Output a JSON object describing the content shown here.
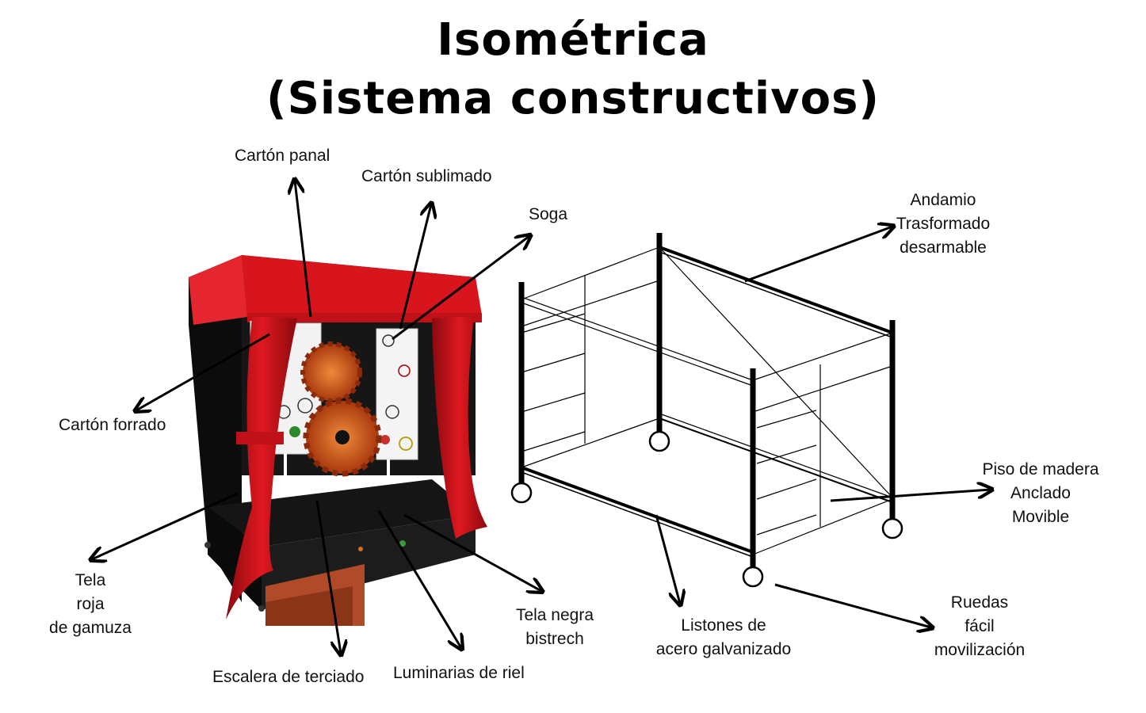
{
  "title": {
    "line1": "Isométrica",
    "line2": "(Sistema constructivos)"
  },
  "labels": {
    "carton_panal": "Cartón panal",
    "carton_sublimado": "Cartón sublimado",
    "soga": "Soga",
    "andamio": [
      "Andamio",
      "Trasformado",
      "desarmable"
    ],
    "carton_forrado": "Cartón forrado",
    "piso": [
      "Piso de madera",
      "Anclado",
      "Movible"
    ],
    "tela_roja": [
      "Tela",
      "roja",
      "de gamuza"
    ],
    "tela_negra": [
      "Tela negra",
      "bistrech"
    ],
    "listones": [
      "Listones de",
      "acero galvanizado"
    ],
    "ruedas": [
      "Ruedas",
      "fácil",
      "movilización"
    ],
    "escalera": "Escalera de terciado",
    "luminarias": "Luminarias de riel"
  },
  "colors": {
    "curtain_red": "#d8141c",
    "stage_black": "#111111",
    "gear_orange": "#c8501a"
  }
}
